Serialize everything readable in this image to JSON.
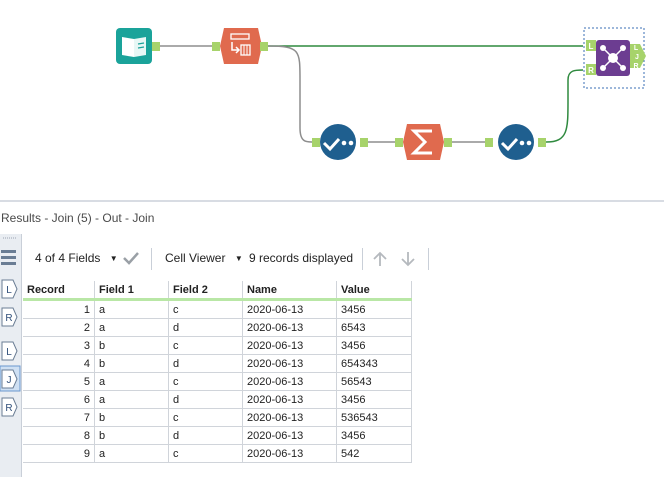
{
  "results": {
    "title": "Results - Join (5) - Out - Join"
  },
  "toolbar": {
    "fields_label": "4 of 4 Fields",
    "viewer_label": "Cell Viewer",
    "records_label": "9 records displayed"
  },
  "join_tool": {
    "left_anchor": "L",
    "right_anchor": "R",
    "out_j": "J",
    "out_l": "L",
    "out_r": "R"
  },
  "left_panel": {
    "btn_l": "L",
    "btn_r": "R",
    "out_l": "L",
    "out_j": "J",
    "out_r": "R"
  },
  "table": {
    "headers": [
      "Record",
      "Field 1",
      "Field 2",
      "Name",
      "Value"
    ],
    "rows": [
      [
        "1",
        "a",
        "c",
        "2020-06-13",
        "3456"
      ],
      [
        "2",
        "a",
        "d",
        "2020-06-13",
        "6543"
      ],
      [
        "3",
        "b",
        "c",
        "2020-06-13",
        "3456"
      ],
      [
        "4",
        "b",
        "d",
        "2020-06-13",
        "654343"
      ],
      [
        "5",
        "a",
        "c",
        "2020-06-13",
        "56543"
      ],
      [
        "6",
        "a",
        "d",
        "2020-06-13",
        "3456"
      ],
      [
        "7",
        "b",
        "c",
        "2020-06-13",
        "536543"
      ],
      [
        "8",
        "b",
        "d",
        "2020-06-13",
        "3456"
      ],
      [
        "9",
        "a",
        "c",
        "2020-06-13",
        "542"
      ]
    ]
  },
  "colors": {
    "input_tool": "#1aa39a",
    "text_to_columns": "#e06a4e",
    "select_tool": "#1f5f8f",
    "summarize": "#e06a4e",
    "join_tool": "#6c3d91",
    "connection": "#2f8a3f",
    "anchor": "#a7d36b"
  },
  "icons": [
    "book-icon",
    "text-to-columns-icon",
    "select-check-icon",
    "summarize-sigma-icon",
    "join-icon",
    "dropdown-caret-icon",
    "checkmark-icon",
    "arrow-up-icon",
    "arrow-down-icon",
    "rows-icon"
  ]
}
